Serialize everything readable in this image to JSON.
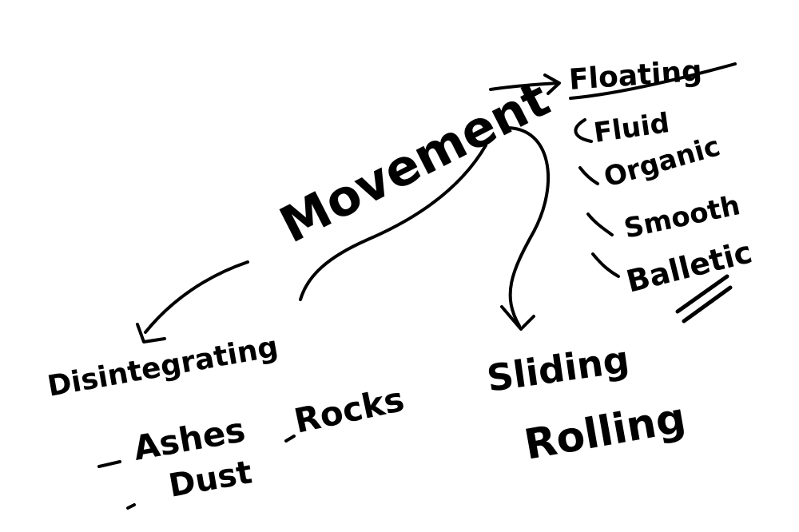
{
  "ink_color": "#000000",
  "background": "#ffffff",
  "center": {
    "label": "Movement"
  },
  "branches": {
    "floating": {
      "heading": "Floating",
      "items": [
        "Fluid",
        "Organic",
        "Smooth",
        "Balletic"
      ]
    },
    "sliding": {
      "items": [
        "Sliding",
        "Rolling"
      ]
    },
    "disintegrating": {
      "heading": "Disintegrating",
      "items": [
        "Ashes",
        "Dust"
      ]
    },
    "rocks": {
      "items": [
        "Rocks"
      ]
    }
  }
}
